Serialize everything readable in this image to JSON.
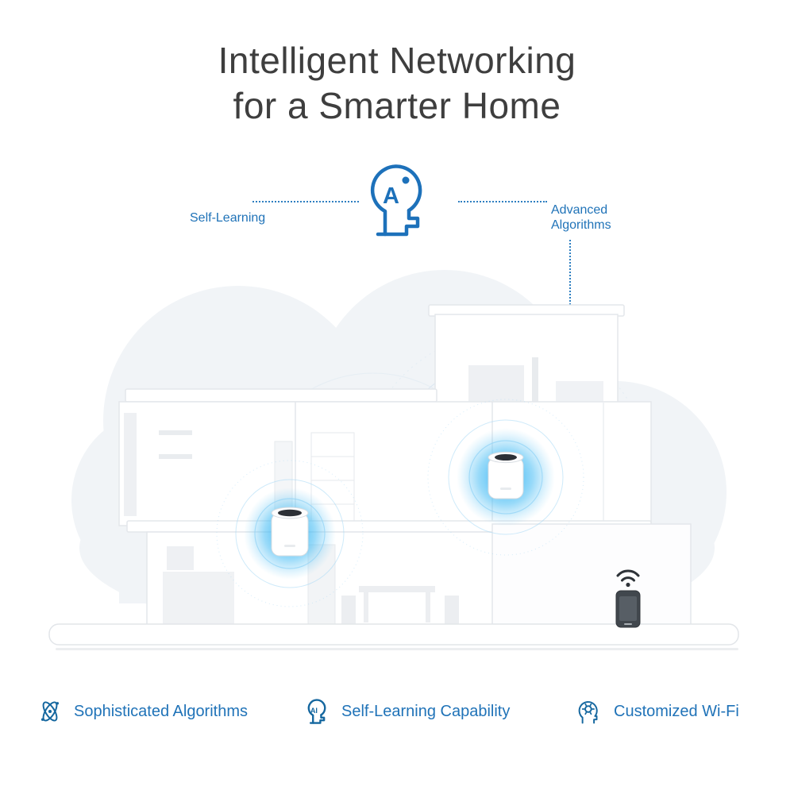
{
  "title": {
    "line1": "Intelligent Networking",
    "line2": "for a Smarter Home"
  },
  "callouts": {
    "left_label": "Self-Learning",
    "right_label_line1": "Advanced",
    "right_label_line2": "Algorithms"
  },
  "icons": {
    "big_ai_letter": "A",
    "small_ai_letter": "AI"
  },
  "features": [
    {
      "icon": "atom-icon",
      "label": "Sophisticated Algorithms"
    },
    {
      "icon": "ai-head-icon",
      "label": "Self-Learning Capability"
    },
    {
      "icon": "gear-head-icon",
      "label": "Customized Wi-Fi"
    }
  ],
  "colors": {
    "title_gray": "#3e3e3e",
    "accent_blue": "#2073b8",
    "icon_blue": "#15679f",
    "connector_blue": "#2e7fc1",
    "glow_blue": "#2eb0f2",
    "cloud_gray": "#f1f4f7"
  }
}
